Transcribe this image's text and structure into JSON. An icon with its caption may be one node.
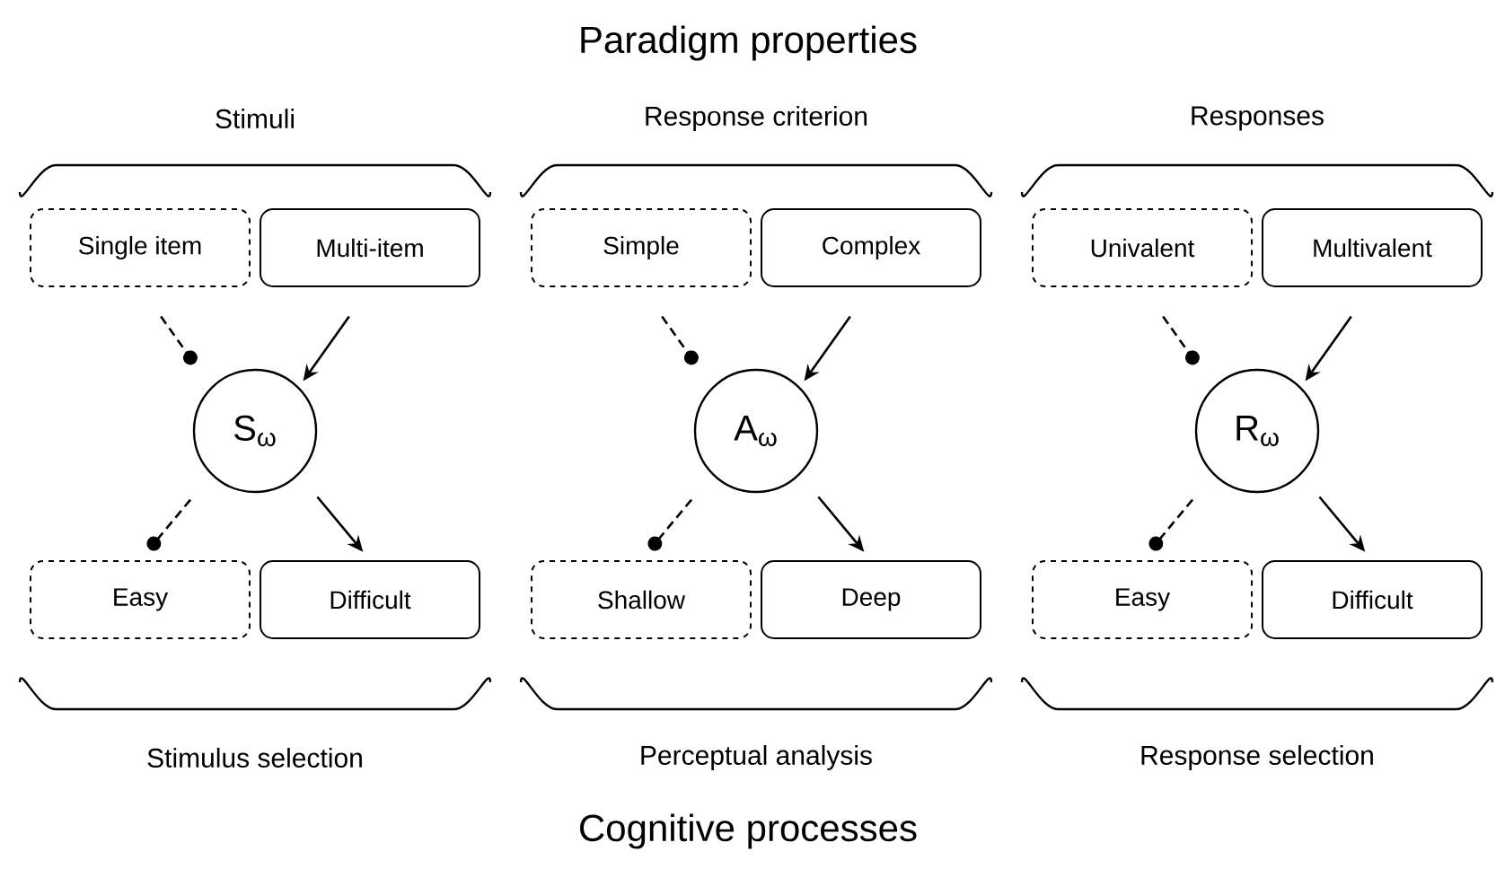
{
  "diagram": {
    "title": "Paradigm properties",
    "caption": "Cognitive processes",
    "nodes": [
      {
        "text": [
          "Single item"
        ]
      },
      {
        "text": [
          "Multi-item"
        ]
      },
      {
        "text": [
          "S$_{ω}$"
        ]
      },
      {
        "text": [
          "Easy"
        ]
      },
      {
        "text": [
          "Difficult"
        ]
      },
      {
        "text": [
          "Simple"
        ]
      },
      {
        "text": [
          "Complex"
        ]
      },
      {
        "text": [
          "A$_{ω}$"
        ]
      },
      {
        "text": [
          "Shallow"
        ]
      },
      {
        "text": [
          "Deep"
        ]
      },
      {
        "text": [
          "Univalent"
        ]
      },
      {
        "text": [
          "Multivalent"
        ]
      },
      {
        "text": [
          "R$_{ω}$"
        ]
      },
      {
        "text": [
          "Easy"
        ]
      },
      {
        "text": [
          "Difficult"
        ]
      }
    ],
    "edges": [
      {
        "from": 0,
        "to": 2,
        "arrow": "other",
        "style": "dashed"
      },
      {
        "from": 1,
        "to": 2,
        "arrow": "to"
      },
      {
        "from": 2,
        "to": 3,
        "arrow": "other",
        "style": "dashed"
      },
      {
        "from": 2,
        "to": 4,
        "arrow": "to"
      },
      {
        "from": 5,
        "to": 7,
        "arrow": "other",
        "style": "dashed"
      },
      {
        "from": 6,
        "to": 7,
        "arrow": "to"
      },
      {
        "from": 7,
        "to": 8,
        "arrow": "other",
        "style": "dashed"
      },
      {
        "from": 7,
        "to": 9,
        "arrow": "to"
      },
      {
        "from": 10,
        "to": 12,
        "arrow": "other",
        "style": "dashed"
      },
      {
        "from": 11,
        "to": 12,
        "arrow": "to"
      },
      {
        "from": 12,
        "to": 13,
        "arrow": "other",
        "style": "dashed"
      },
      {
        "from": 12,
        "to": 14,
        "arrow": "to"
      }
    ],
    "labels": [
      "Stimuli",
      "Response criterion",
      "Responses",
      "Stimulus selection",
      "Perceptual analysis",
      "Response selection"
    ]
  }
}
